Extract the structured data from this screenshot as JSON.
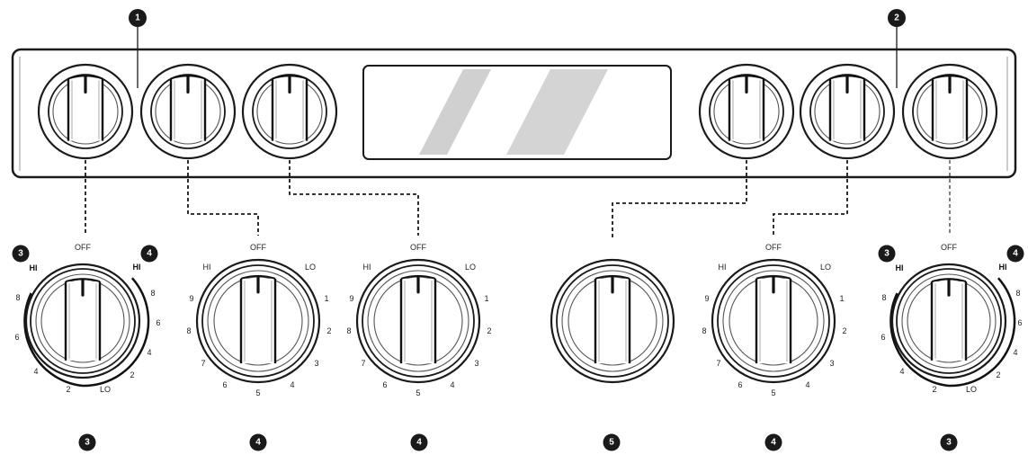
{
  "callouts_top": [
    "1",
    "2"
  ],
  "dial_off_label": "OFF",
  "dial_a": {
    "left_badge": "3",
    "right_badge": "4",
    "labels": [
      "HI",
      "8",
      "6",
      "4",
      "2",
      "LO",
      "2",
      "4",
      "6",
      "8",
      "HI"
    ]
  },
  "dial_b": {
    "labels": [
      "HI",
      "9",
      "8",
      "7",
      "6",
      "5",
      "4",
      "3",
      "2",
      "1",
      "LO"
    ]
  },
  "bottom_labels": [
    "3",
    "4",
    "4",
    "5",
    "4",
    "3"
  ]
}
